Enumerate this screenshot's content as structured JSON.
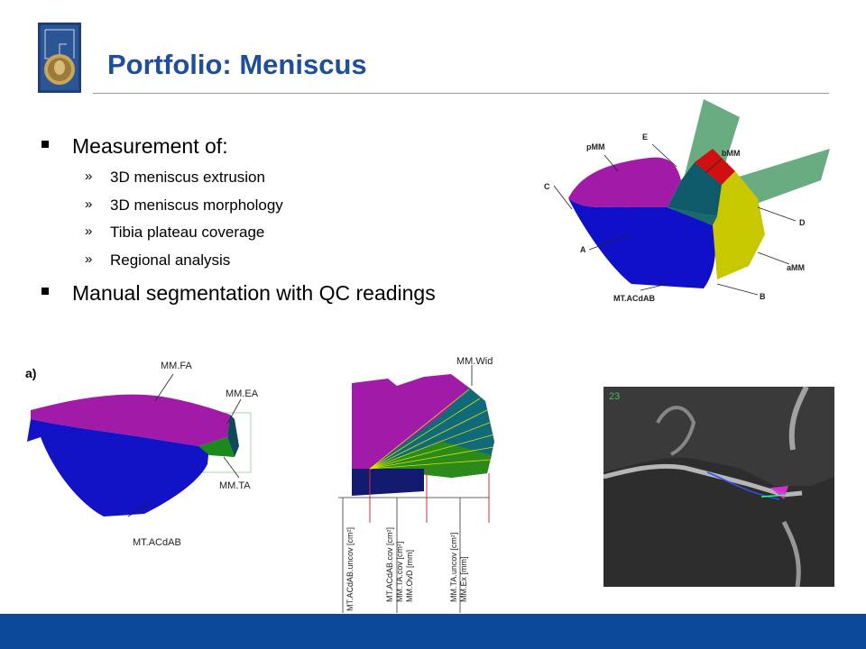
{
  "title": "Portfolio: Meniscus",
  "colors": {
    "title": "#1f4e9c",
    "footer": "#0b4a9a"
  },
  "bullets": [
    {
      "label": "Measurement of:",
      "sub": [
        "3D meniscus extrusion",
        "3D meniscus morphology",
        "Tibia plateau coverage",
        "Regional analysis"
      ]
    },
    {
      "label": "Manual segmentation with QC readings"
    }
  ],
  "fig_top": {
    "labels": [
      "pMM",
      "E",
      "bMM",
      "C",
      "D",
      "A",
      "aMM",
      "MT.ACdAB",
      "B"
    ]
  },
  "fig_a": {
    "panel": "a)",
    "labels": [
      "MM.FA",
      "MM.EA",
      "MM.TA",
      "MT.ACdAB"
    ]
  },
  "fig_mid": {
    "labels": [
      "MM.Wid",
      "MT.ACdAB.uncov [cm²]",
      "MT.ACdAB.cov [cm²]",
      "MM.TA.cov [cm²]",
      "MM.OvD [mm]",
      "MM.TA.uncov [cm²]",
      "MM.Ex [mm]"
    ]
  },
  "mri": {
    "slice": "23"
  }
}
